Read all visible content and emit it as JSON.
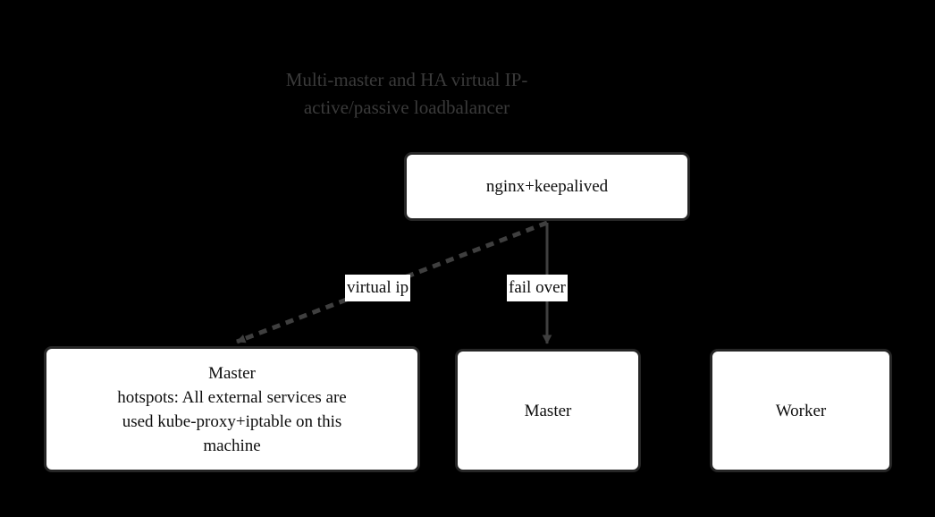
{
  "diagram": {
    "title": "Multi-master and HA virtual IP-\nactive/passive loadbalancer",
    "background_color": "#000000",
    "node_fill_color": "#ffffff",
    "node_border_color": "#262626",
    "edge_color": "#3f3f3f",
    "title_color": "#3a3a3a",
    "nodes": [
      {
        "id": "loadbalancer",
        "label": "nginx+keepalived"
      },
      {
        "id": "master-left",
        "label": "Master\nhotspots: All external services are\nused kube-proxy+iptable on this\nmachine"
      },
      {
        "id": "master-mid",
        "label": "Master"
      },
      {
        "id": "worker",
        "label": "Worker"
      }
    ],
    "edges": [
      {
        "id": "virtual-ip",
        "label": "virtual ip",
        "from": "loadbalancer",
        "to": "master-left",
        "style": "dashed",
        "arrow": "triangle"
      },
      {
        "id": "fail-over",
        "label": "fail over",
        "from": "loadbalancer",
        "to": "master-mid",
        "style": "solid",
        "arrow": "triangle"
      }
    ]
  }
}
